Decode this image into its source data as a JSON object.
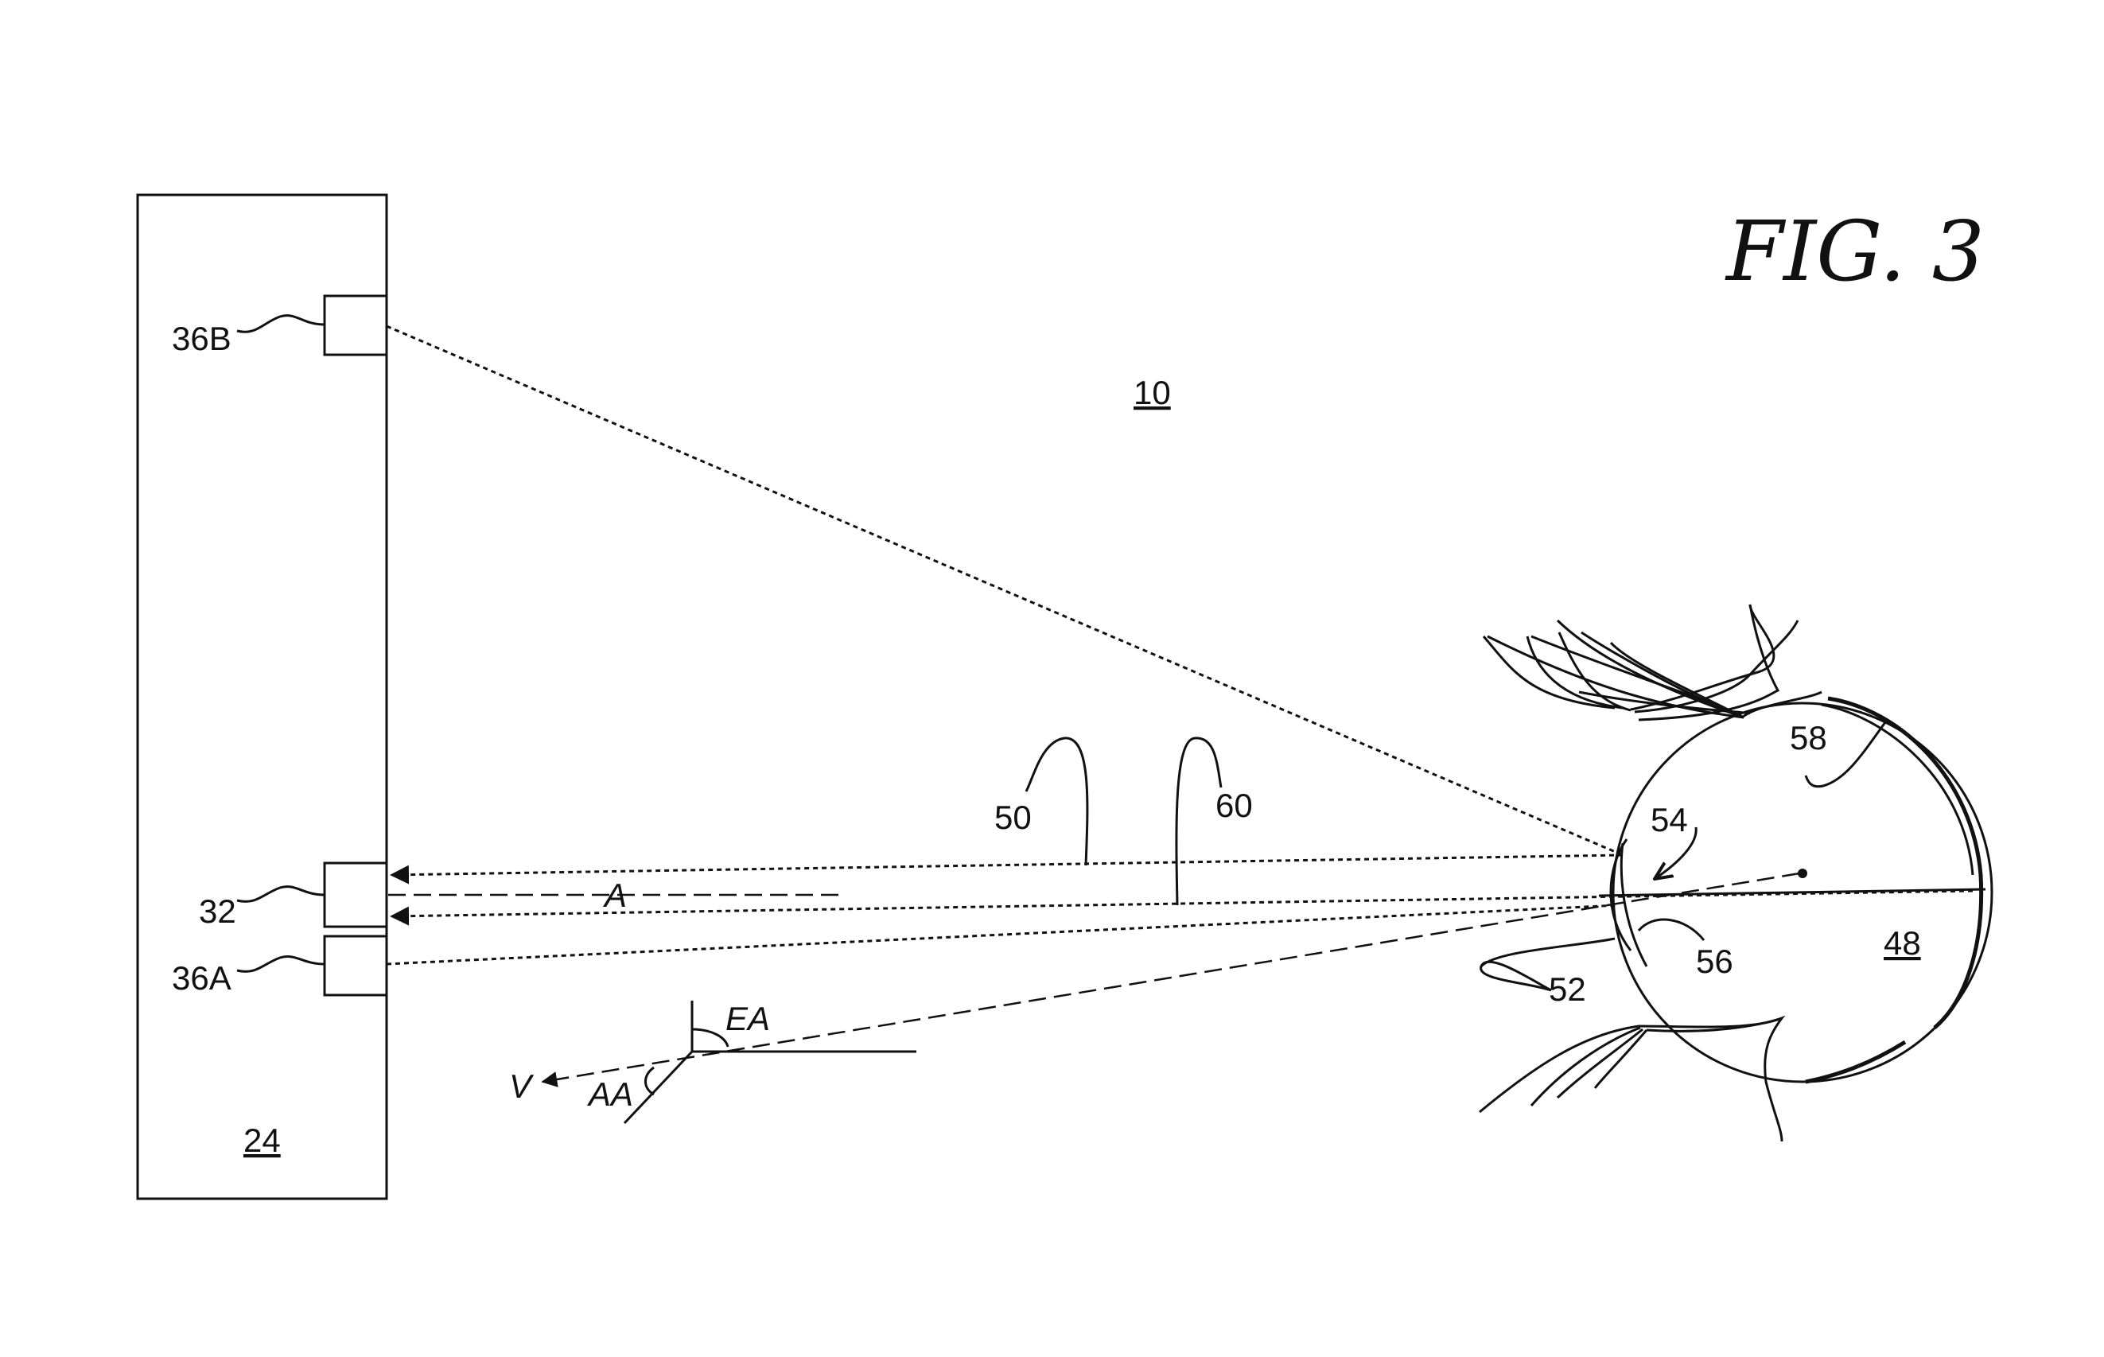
{
  "figure": {
    "title": "FIG. 3",
    "labels": {
      "system": "10",
      "device": "24",
      "camera": "32",
      "light_a": "36A",
      "light_b": "36B",
      "eye": "48",
      "ray_50": "50",
      "ray_52": "52",
      "ray_54": "54",
      "ray_56": "56",
      "ray_58": "58",
      "ray_60": "60",
      "axis_a": "A",
      "angle_ea": "EA",
      "angle_aa": "AA",
      "vector_v": "V"
    }
  }
}
